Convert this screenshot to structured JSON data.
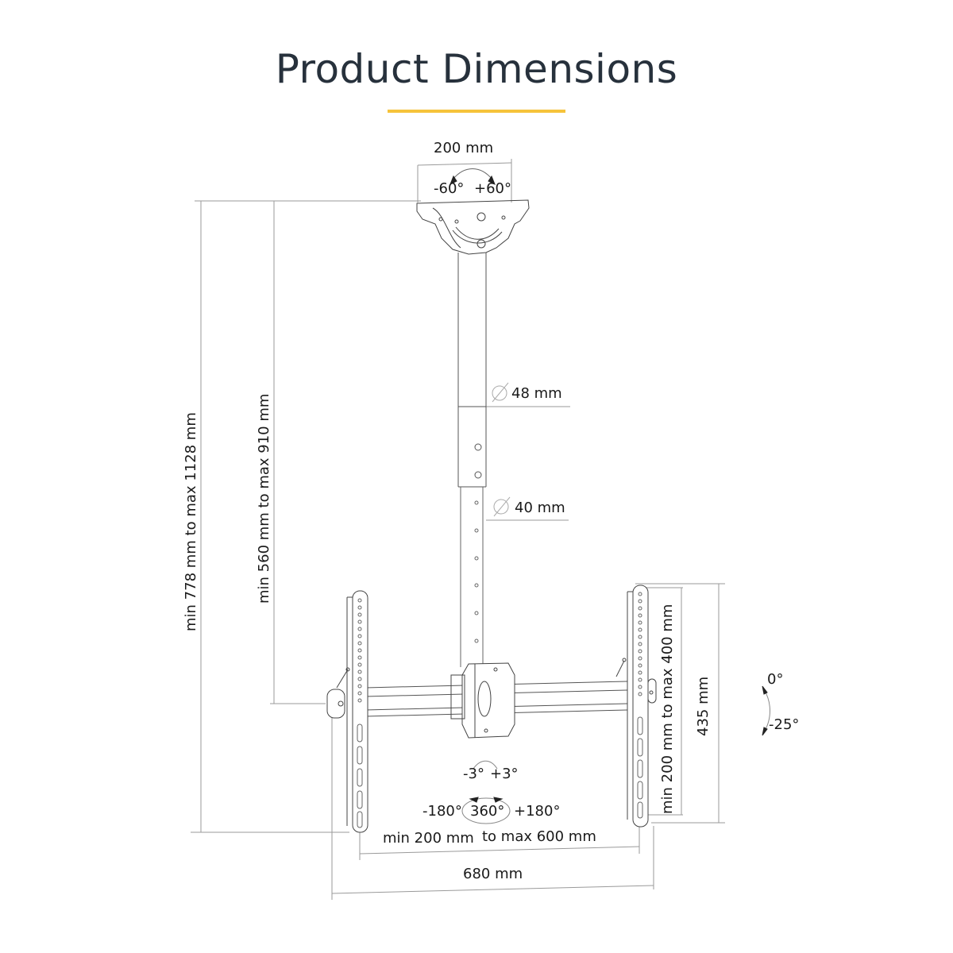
{
  "title": "Product Dimensions",
  "accent_color": "#f6c33b",
  "title_color": "#27313c",
  "dimensions": {
    "ceiling_plate_width": "200 mm",
    "ceiling_swivel_minus": "-60°",
    "ceiling_swivel_plus": "+60°",
    "total_height": "min 778 mm   to max 1128 mm",
    "pole_height": "min 560 mm   to max 910 mm",
    "upper_pole_diameter": "48 mm",
    "lower_pole_diameter": "40 mm",
    "vesa_vertical": "min 200 mm   to max 400 mm",
    "bracket_height": "435 mm",
    "tilt_top": "0°",
    "tilt_bottom": "-25°",
    "level_minus": "-3°",
    "level_plus": "+3°",
    "rotation_minus": "-180°",
    "rotation_total": "360°",
    "rotation_plus": "+180°",
    "vesa_horizontal_min": "min 200 mm",
    "vesa_horizontal_max": "to max 600 mm",
    "overall_width": "680 mm"
  }
}
